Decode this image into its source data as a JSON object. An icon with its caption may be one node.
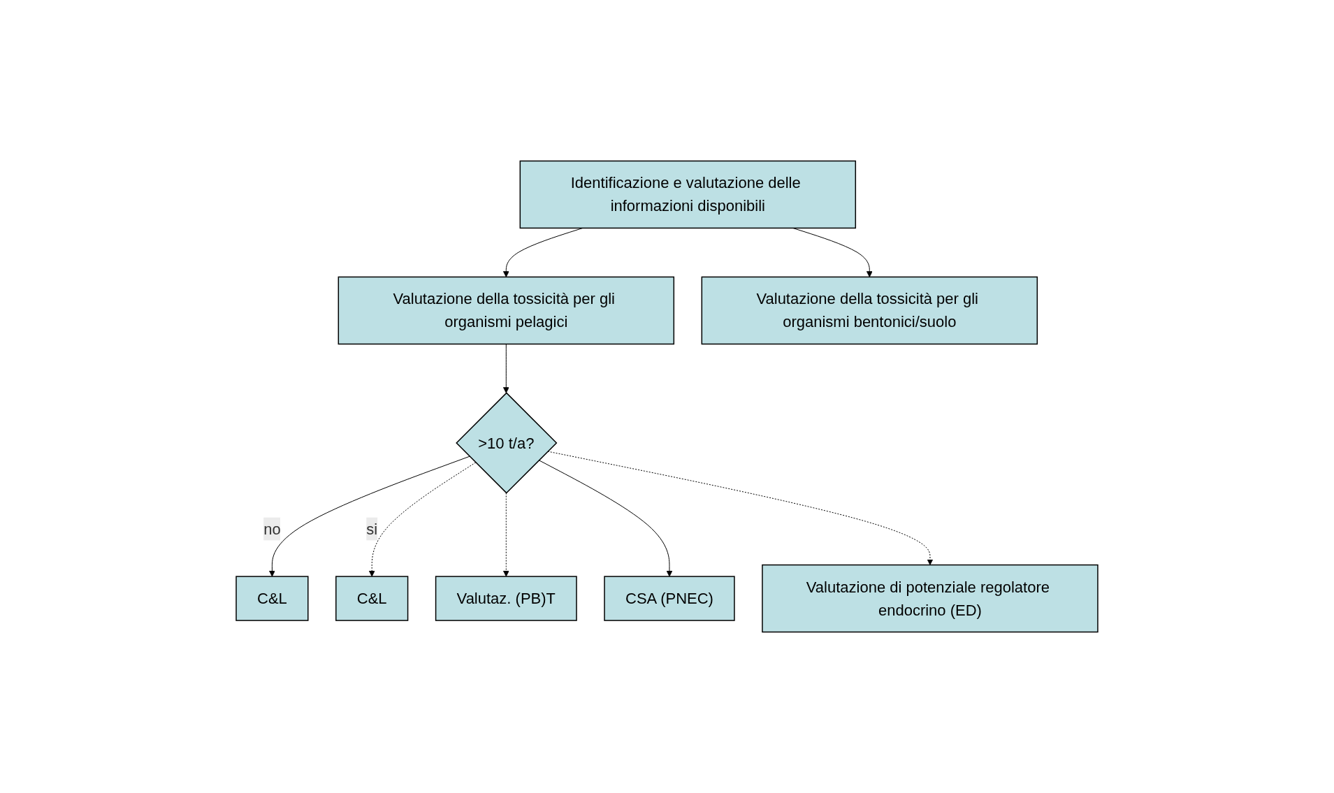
{
  "diagram": {
    "nodes": [
      {
        "text": [
          "Identificazione e valutazione delle informazioni disponibili"
        ]
      },
      {
        "text": [
          "Valutazione della tossicità per gli organismi pelagici"
        ]
      },
      {
        "text": [
          "Valutazione della tossicità per gli organismi bentonici/suolo"
        ]
      },
      {
        "text": [
          ">10 t/a?"
        ]
      },
      {
        "text": [
          "C&L"
        ]
      },
      {
        "text": [
          "C&L"
        ]
      },
      {
        "text": [
          "Valutaz. (PB)T"
        ]
      },
      {
        "text": [
          "CSA (PNEC)"
        ]
      },
      {
        "text": [
          "Valutazione di potenziale regolatore endocrino (ED)"
        ]
      }
    ],
    "edges": [
      {
        "from": 0,
        "to": 1,
        "arrow": "to"
      },
      {
        "from": 0,
        "to": 2,
        "arrow": "to"
      },
      {
        "from": 1,
        "to": 3,
        "arrow": "to"
      },
      {
        "from": 3,
        "to": 4,
        "arrow": "to",
        "label": "no"
      },
      {
        "from": 3,
        "to": 5,
        "arrow": "to",
        "label": "si",
        "style": "dashed"
      },
      {
        "from": 3,
        "to": 6,
        "arrow": "to",
        "style": "dashed"
      },
      {
        "from": 3,
        "to": 7,
        "arrow": "to"
      },
      {
        "from": 3,
        "to": 8,
        "arrow": "to",
        "style": "dashed"
      }
    ]
  }
}
